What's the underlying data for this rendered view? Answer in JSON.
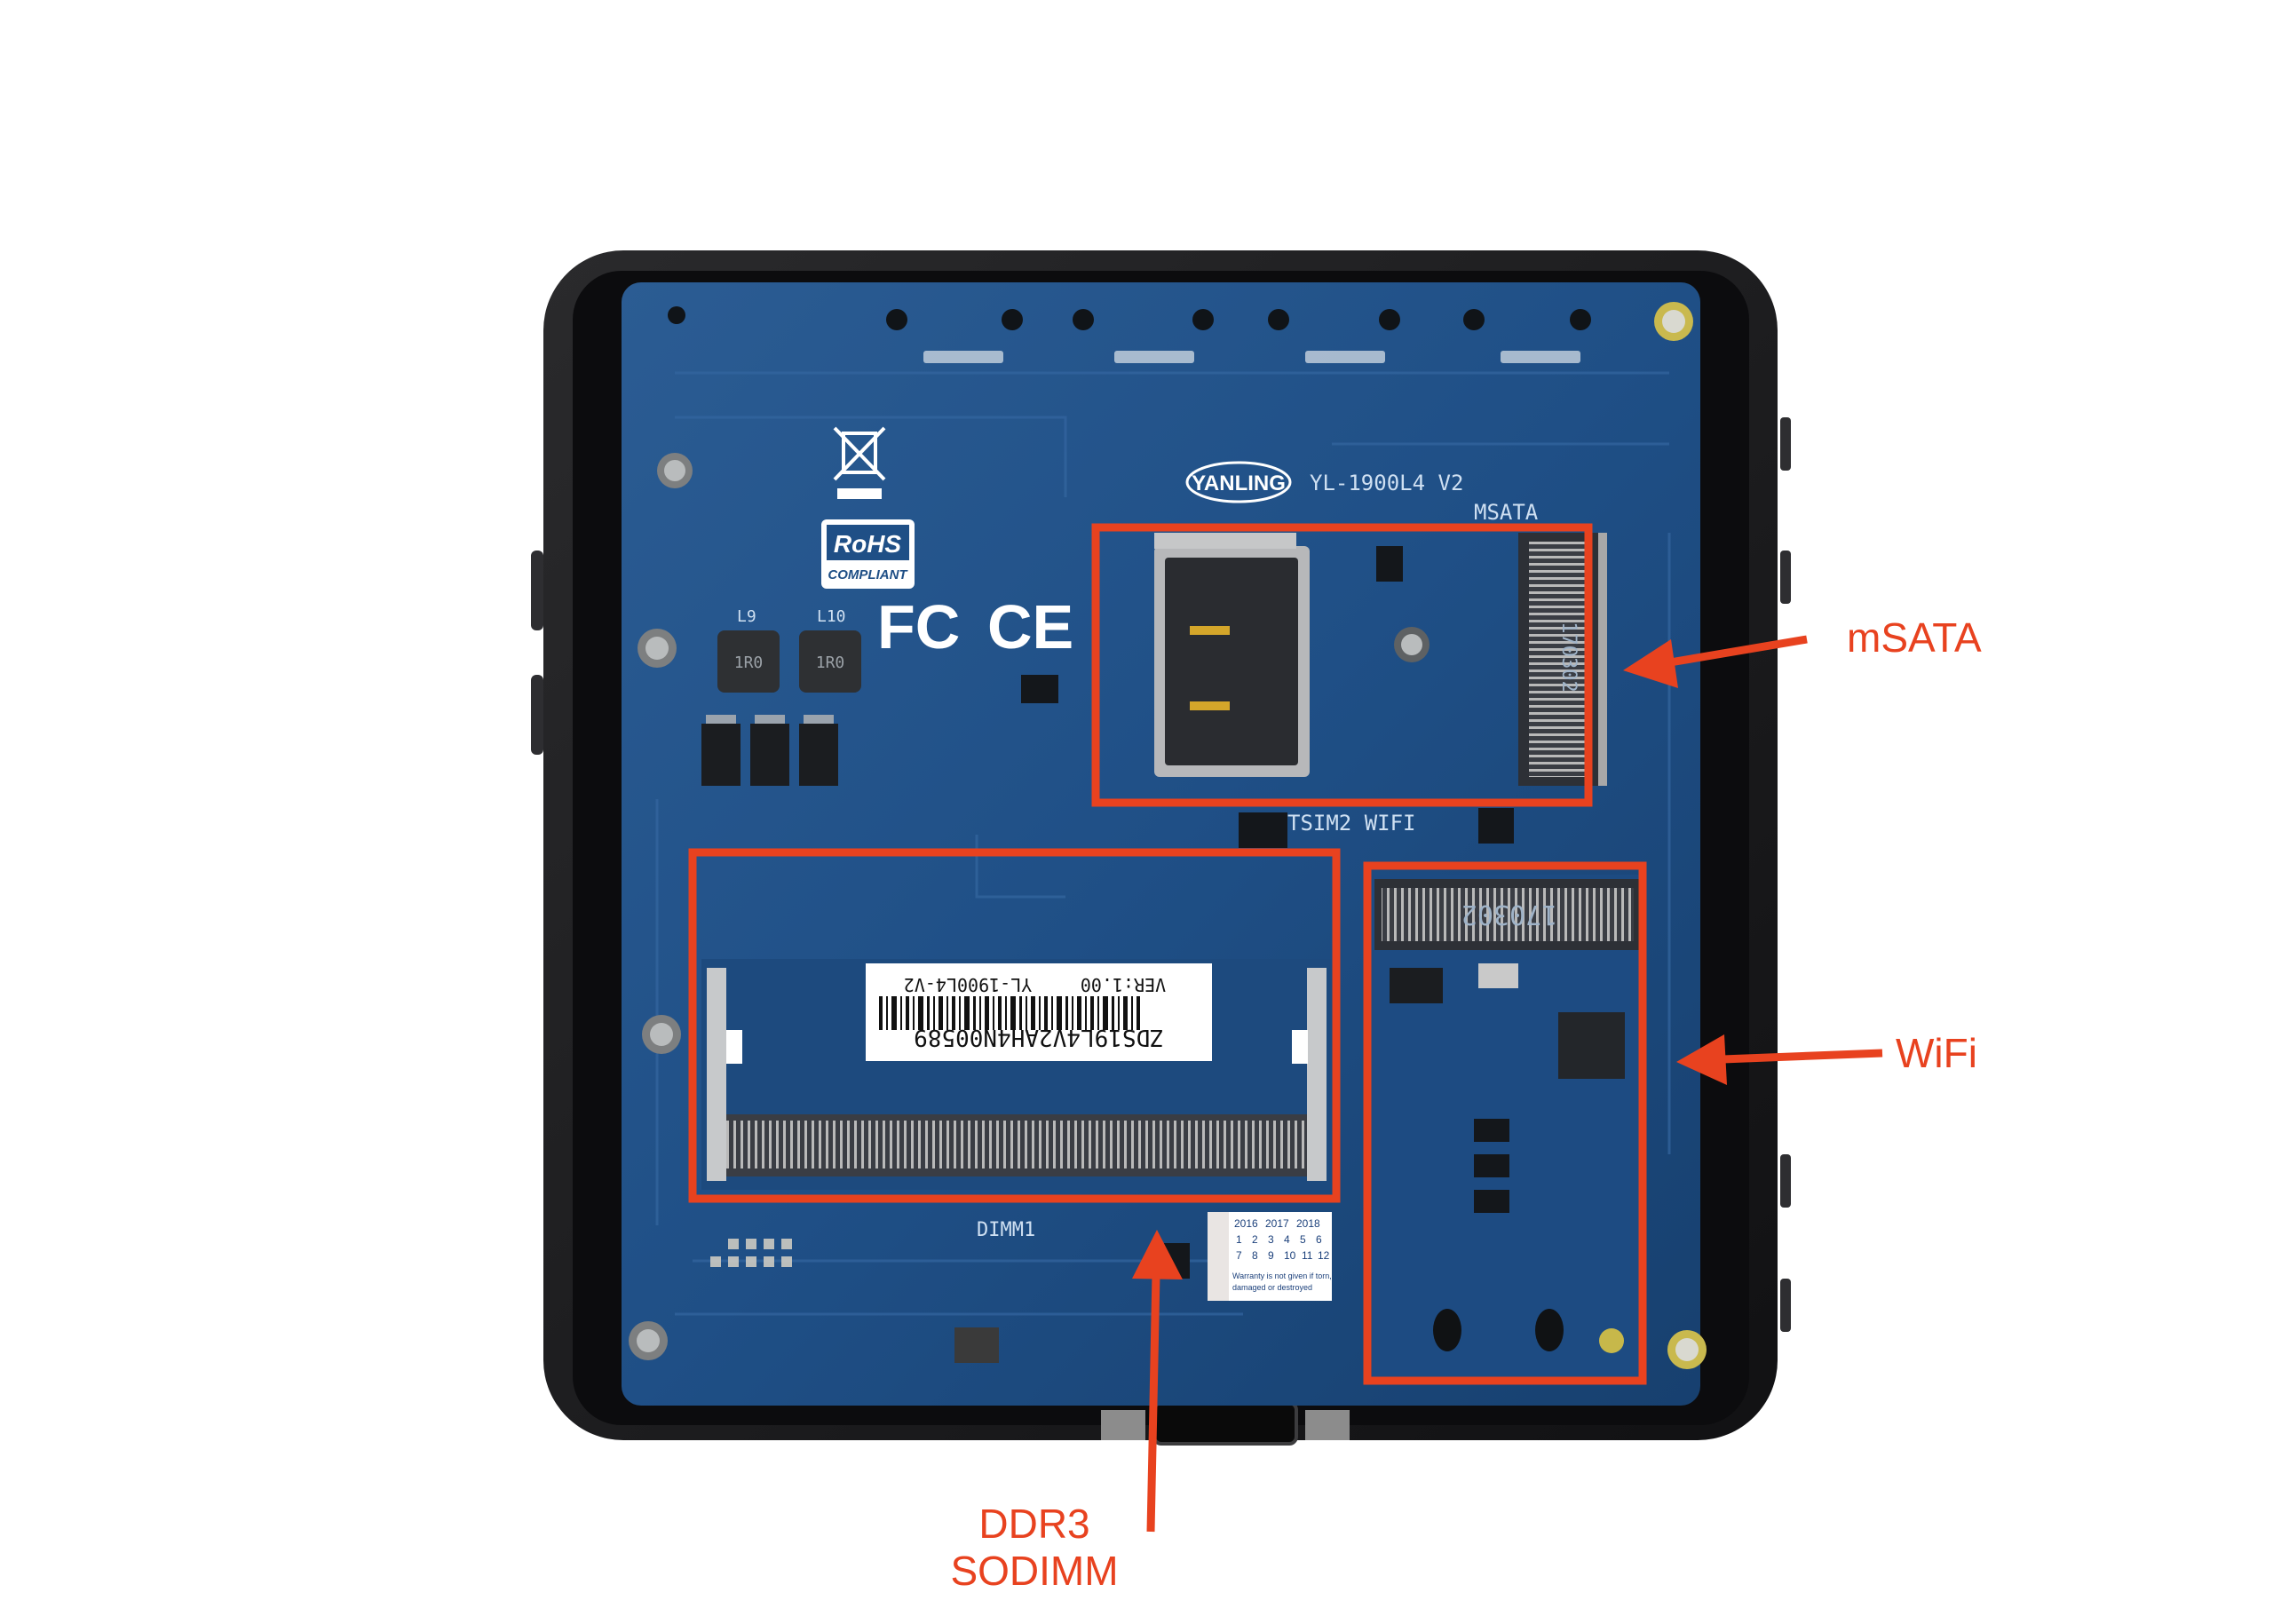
{
  "annotations": {
    "msata": "mSATA",
    "wifi": "WiFi",
    "ddr3_line1": "DDR3",
    "ddr3_line2": "SODIMM"
  },
  "board": {
    "brand": "YANLING",
    "model": "YL-1900L4 V2",
    "msata_silk": "MSATA",
    "sim_wifi_silk": "TSIM2   WIFI",
    "dimm_silk": "DIMM1",
    "rohs_line1": "RoHS",
    "rohs_line2": "COMPLIANT",
    "fcc": "FC",
    "ce": "CE",
    "label_serial": "ZDS19L4V2AH4N00589",
    "label_model": "YL-1900L4-V2",
    "label_version": "VER:1.00",
    "wifi_card_code": "170302",
    "msata_card_code": "170302",
    "l9": "L9",
    "l10": "L10",
    "ind_1": "1R0",
    "ind_2": "1R0",
    "warranty_years": [
      "2016",
      "2017",
      "2018"
    ],
    "warranty_months": [
      "1",
      "2",
      "3",
      "4",
      "5",
      "6",
      "7",
      "8",
      "9",
      "10",
      "11",
      "12"
    ],
    "warranty_text_1": "Warranty is not given if torn,",
    "warranty_text_2": "damaged or destroyed"
  },
  "colors": {
    "highlight": "#e8421f",
    "pcb": "#1f4f86",
    "case": "#1c1c1e"
  }
}
